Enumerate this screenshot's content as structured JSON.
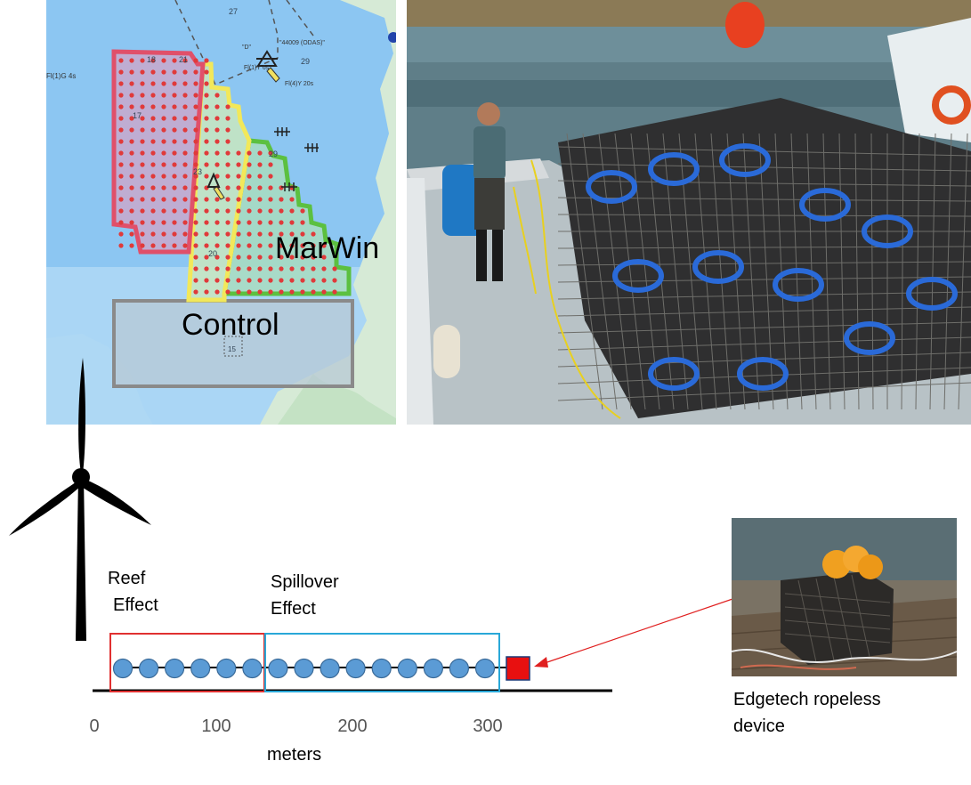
{
  "map": {
    "zone_marwin": "MarWin",
    "zone_control": "Control",
    "chart_labels": {
      "fl_g": "Fl(1)G 4s",
      "buoy_d": "\"D\"",
      "buoy_odas": "\"44009 (ODAS)\"",
      "fl_y6": "Fl(1)Y 6s",
      "fl_y20": "Fl(4)Y 20s",
      "depth_27": "27",
      "depth_29a": "29",
      "depth_29b": "29",
      "depth_18": "18",
      "depth_17": "17",
      "depth_23": "23",
      "depth_20": "20",
      "depth_15": "15",
      "depth_21": "21"
    }
  },
  "diagram": {
    "reef_label_1": "Reef",
    "reef_label_2": "Effect",
    "spill_label_1": "Spillover",
    "spill_label_2": "Effect",
    "axis_ticks": [
      "0",
      "100",
      "200",
      "300"
    ],
    "axis_unit": "meters",
    "device_label_1": "Edgetech ropeless",
    "device_label_2": "device",
    "trap_count": 15
  },
  "colors": {
    "trap": "#5b9bd5",
    "trap_stroke": "#3a6a98",
    "reef_box": "#e03030",
    "spill_box": "#29a8d8",
    "device": "#e81010",
    "arrow": "#e02020",
    "zone_red": "#e0506a",
    "zone_yellow": "#f2e85a",
    "zone_green": "#5cc040",
    "map_water": "#8ec8f0",
    "map_land": "#d8ecd8"
  }
}
